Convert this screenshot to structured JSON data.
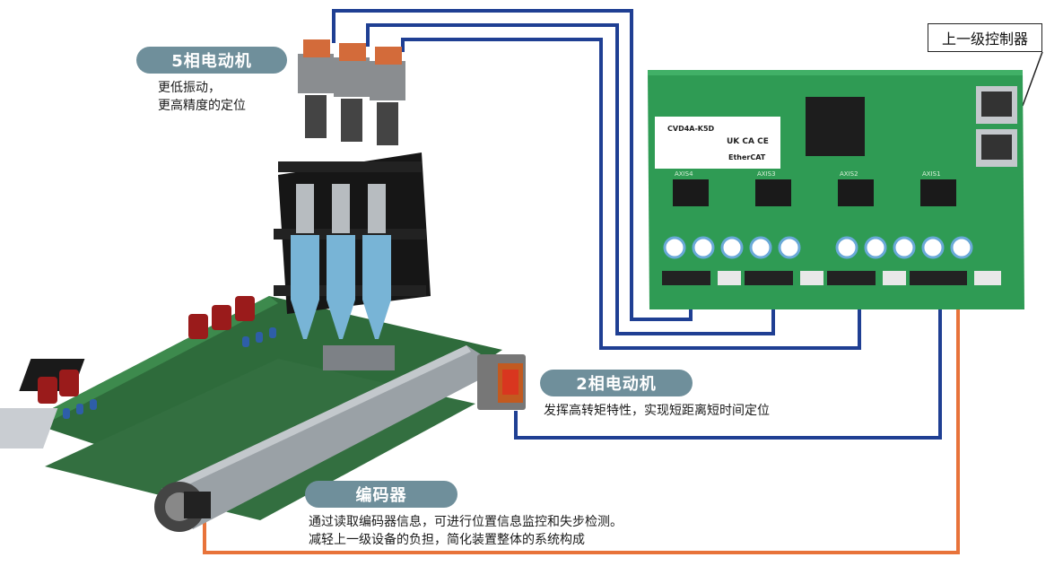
{
  "labels": {
    "motor5": {
      "title": "5相电动机",
      "desc1": "更低振动，",
      "desc2": "更高精度的定位"
    },
    "motor2": {
      "title": "2相电动机",
      "desc1": "发挥高转矩特性，实现短距离短时间定位"
    },
    "encoder": {
      "title": "编码器",
      "desc1": "通过读取编码器信息，可进行位置信息监控和失步检测。",
      "desc2": "减轻上一级设备的负担，简化装置整体的系统构成"
    },
    "controller": "上一级控制器"
  },
  "board": {
    "model": "CVD4A-K5D",
    "brand": "EtherCAT",
    "marks": "UK CA CE",
    "axis_labels": [
      "AXIS4",
      "AXIS3",
      "AXIS2",
      "AXIS1"
    ]
  },
  "colors": {
    "motor_cable": "#1f3f93",
    "encoder_cable": "#e8733a",
    "pill": "#6f8f9b",
    "board": "#2f9b54"
  }
}
